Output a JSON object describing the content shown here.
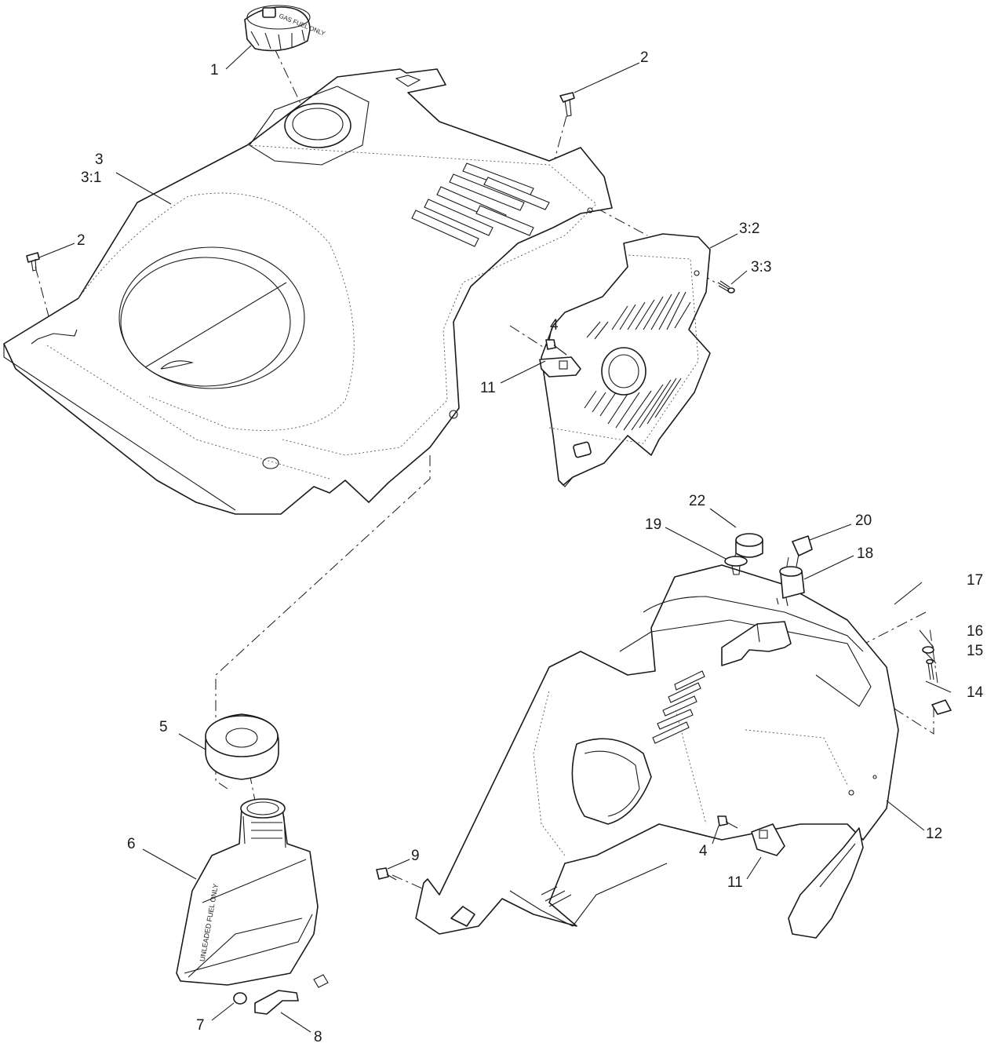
{
  "callouts": {
    "c1": "1",
    "c2a": "2",
    "c2b": "2",
    "c3": "3",
    "c3_1": "3:1",
    "c3_2": "3:2",
    "c3_3": "3:3",
    "c4a": "4",
    "c4b": "4",
    "c5": "5",
    "c6": "6",
    "c7": "7",
    "c8": "8",
    "c9": "9",
    "c11a": "11",
    "c11b": "11",
    "c12": "12",
    "c14": "14",
    "c15": "15",
    "c16": "16",
    "c17": "17",
    "c18": "18",
    "c19": "19",
    "c20": "20",
    "c22": "22"
  },
  "part_markings": {
    "fuel_cap_text": "GAS  FUEL ONLY",
    "tank_label": "UNLEADED FUEL ONLY"
  }
}
